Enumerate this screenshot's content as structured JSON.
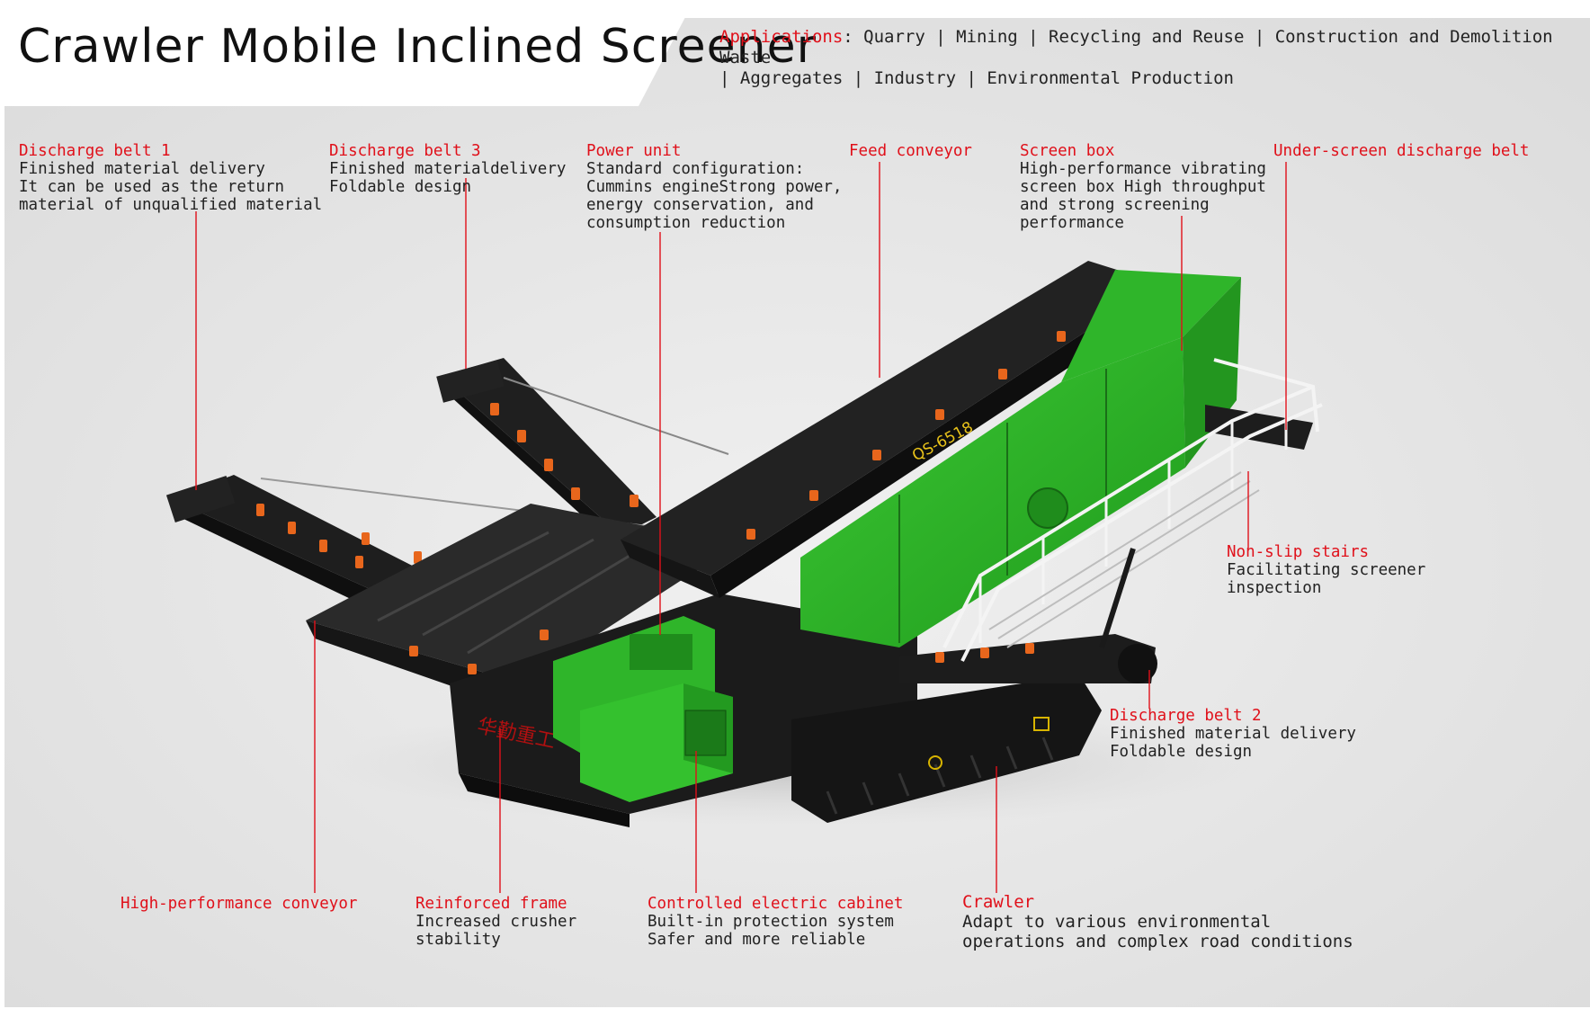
{
  "title": "Crawler Mobile Inclined Screener",
  "applications": {
    "label": "Applications",
    "line1": ": Quarry | Mining | Recycling and Reuse | Construction and Demolition Waste",
    "line2": "| Aggregates | Industry | Environmental Production"
  },
  "machine_marking": "QS-6518",
  "colors": {
    "accent_red": "#e0101a",
    "machine_green": "#2fb52a",
    "machine_black": "#1c1c1c",
    "roller_orange": "#e8661c",
    "background": "#e6e6e6"
  },
  "callouts": {
    "discharge_belt_1": {
      "heading": "Discharge belt 1",
      "lines": [
        "Finished material delivery",
        "It can be used as the return",
        "material of unqualified material"
      ]
    },
    "discharge_belt_3": {
      "heading": "Discharge belt 3",
      "lines": [
        "Finished materialdelivery",
        "Foldable design"
      ]
    },
    "power_unit": {
      "heading": "Power unit",
      "lines": [
        "Standard configuration:",
        "Cummins engineStrong power,",
        "energy conservation, and",
        "consumption reduction"
      ]
    },
    "feed_conveyor": {
      "heading": "Feed conveyor",
      "lines": []
    },
    "screen_box": {
      "heading": "Screen box",
      "lines": [
        "High-performance vibrating",
        "screen box High throughput",
        "and strong screening",
        "performance"
      ]
    },
    "under_screen_discharge_belt": {
      "heading": "Under-screen discharge belt",
      "lines": []
    },
    "non_slip_stairs": {
      "heading": "Non-slip stairs",
      "lines": [
        "Facilitating screener",
        "inspection"
      ]
    },
    "discharge_belt_2": {
      "heading": "Discharge belt 2",
      "lines": [
        "Finished material delivery",
        "Foldable design"
      ]
    },
    "high_performance_conveyor": {
      "heading": "High-performance conveyor",
      "lines": []
    },
    "reinforced_frame": {
      "heading": "Reinforced frame",
      "lines": [
        "Increased crusher",
        "stability"
      ]
    },
    "controlled_electric_cabinet": {
      "heading": "Controlled electric cabinet",
      "lines": [
        "Built-in protection system",
        "Safer and more reliable"
      ]
    },
    "crawler": {
      "heading": "Crawler",
      "lines": [
        "Adapt to various environmental",
        "operations and complex road conditions"
      ]
    }
  }
}
